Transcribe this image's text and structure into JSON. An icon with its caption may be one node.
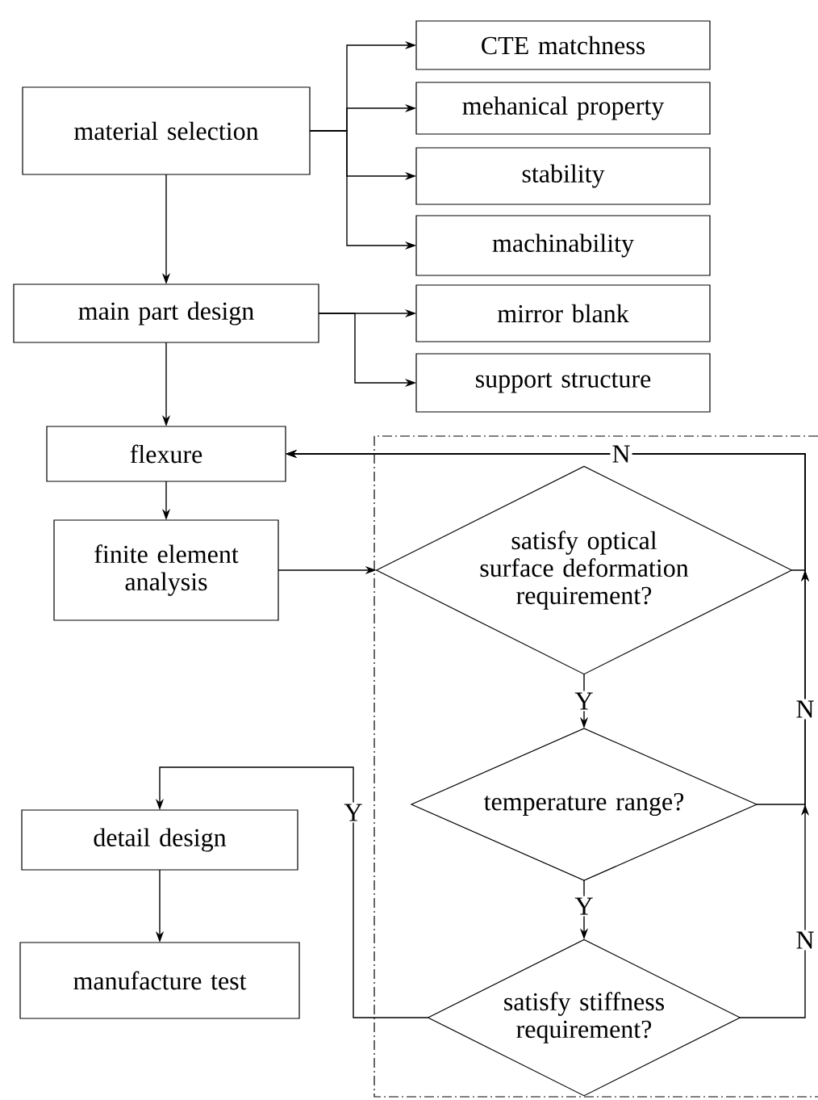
{
  "diagram": {
    "nodes": [
      {
        "text": [
          "material selection"
        ]
      },
      {
        "text": [
          "CTE matchness"
        ]
      },
      {
        "text": [
          "mehanical property"
        ]
      },
      {
        "text": [
          "stability"
        ]
      },
      {
        "text": [
          "machinability"
        ]
      },
      {
        "text": [
          "main part design"
        ]
      },
      {
        "text": [
          "mirror blank"
        ]
      },
      {
        "text": [
          "support structure"
        ]
      },
      {
        "text": [
          "flexure"
        ]
      },
      {
        "text": [
          "finite element analysis"
        ]
      },
      {
        "text": [
          "satisfy optical surface deformation requirement?"
        ]
      },
      {
        "text": [
          "temperature range?"
        ]
      },
      {
        "text": [
          "satisfy stiffness requirement?"
        ]
      },
      {
        "text": [
          "detail design"
        ]
      },
      {
        "text": [
          "manufacture test"
        ]
      }
    ],
    "edges": [
      {
        "from": 0,
        "to": 1,
        "arrow": "to"
      },
      {
        "from": 0,
        "to": 2,
        "arrow": "to"
      },
      {
        "from": 0,
        "to": 3,
        "arrow": "to"
      },
      {
        "from": 0,
        "to": 4,
        "arrow": "to"
      },
      {
        "from": 0,
        "to": 5,
        "arrow": "to"
      },
      {
        "from": 5,
        "to": 6,
        "arrow": "to"
      },
      {
        "from": 5,
        "to": 7,
        "arrow": "to"
      },
      {
        "from": 5,
        "to": 8,
        "arrow": "to"
      },
      {
        "from": 8,
        "to": 9,
        "arrow": "to"
      },
      {
        "from": 9,
        "to": 10,
        "arrow": "to"
      },
      {
        "from": 10,
        "to": 11,
        "arrow": "to",
        "label": "Y"
      },
      {
        "from": 11,
        "to": 12,
        "arrow": "to",
        "label": "Y"
      },
      {
        "from": 12,
        "to": 13,
        "arrow": "to",
        "label": "Y"
      },
      {
        "from": 10,
        "to": 8,
        "arrow": "to",
        "label": "N"
      },
      {
        "from": 11,
        "to": 8,
        "arrow": "to",
        "label": "N"
      },
      {
        "from": 12,
        "to": 8,
        "arrow": "to",
        "label": "N"
      },
      {
        "from": 13,
        "to": 14,
        "arrow": "to"
      }
    ]
  }
}
